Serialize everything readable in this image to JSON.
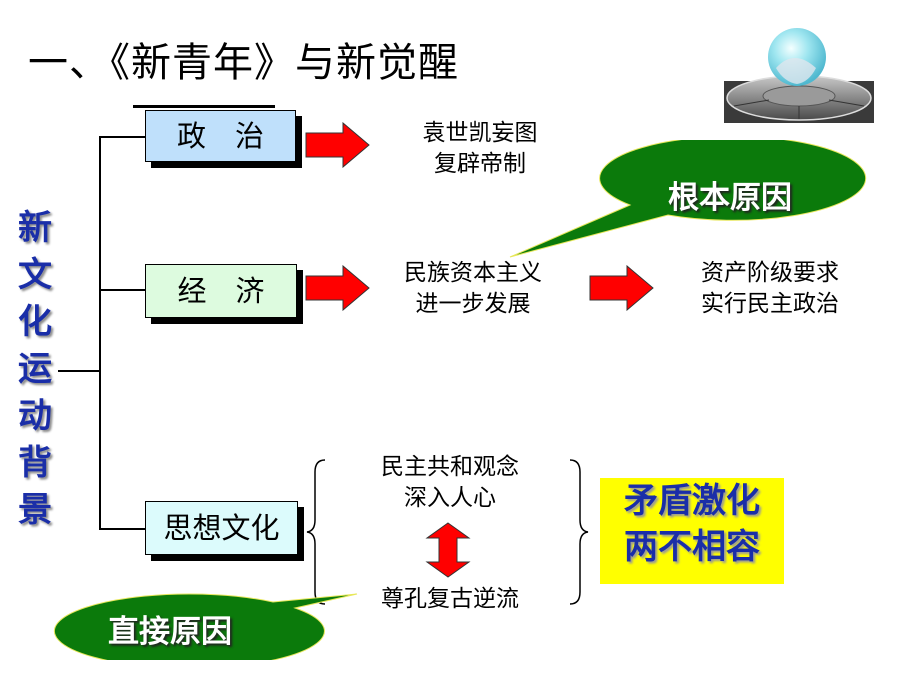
{
  "title": "一、《新青年》与新觉醒",
  "vertical_title": [
    "新",
    "文",
    "化",
    "运",
    "动",
    "背",
    "景"
  ],
  "categories": {
    "politics": {
      "label": "政　治",
      "color": "#bfe0fb"
    },
    "economy": {
      "label": "经　济",
      "color": "#ddfbdf"
    },
    "culture": {
      "label": "思想文化",
      "color": "#dcfbfc"
    }
  },
  "politics_detail": [
    "袁世凯妄图",
    "复辟帝制"
  ],
  "economy_detail": [
    "民族资本主义",
    "进一步发展"
  ],
  "economy_result": [
    "资产阶级要求",
    "实行民主政治"
  ],
  "culture_detail": {
    "top": [
      "民主共和观念",
      "深入人心"
    ],
    "bottom": "尊孔复古逆流"
  },
  "conclusion": [
    "矛盾激化",
    "两不相容"
  ],
  "callouts": {
    "root_cause": "根本原因",
    "direct_cause": "直接原因"
  },
  "colors": {
    "arrow": "#ff0000",
    "callout": "#0b7a0b",
    "highlight": "#ffff00",
    "vertical_text": "#1a2ea8"
  },
  "images": {
    "globe": "globe-on-pedestal-icon"
  }
}
